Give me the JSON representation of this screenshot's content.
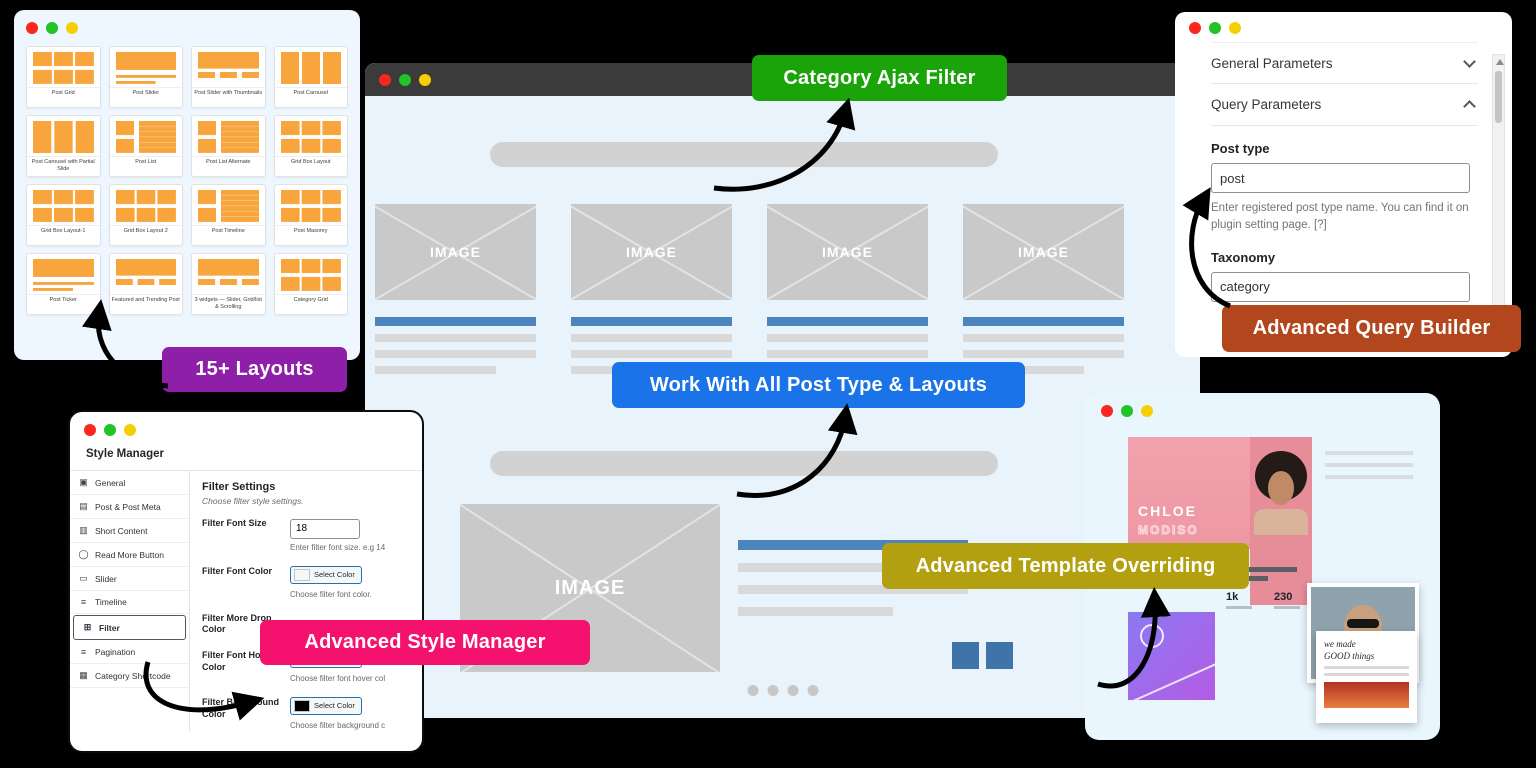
{
  "layouts_window": {
    "items": [
      {
        "label": "Post Grid",
        "thumb": "grid"
      },
      {
        "label": "Post Slider",
        "thumb": "wide"
      },
      {
        "label": "Post Slider with Thumbnails",
        "thumb": "thumbs"
      },
      {
        "label": "Post Carousel",
        "thumb": "cols"
      },
      {
        "label": "Post Carousel with Partial Slide",
        "thumb": "cols"
      },
      {
        "label": "Post List",
        "thumb": "list"
      },
      {
        "label": "Post List Alternate",
        "thumb": "list"
      },
      {
        "label": "Grid Box Layout",
        "thumb": "grid"
      },
      {
        "label": "Grid Box Layout-1",
        "thumb": "grid"
      },
      {
        "label": "Grid Box Layout 2",
        "thumb": "grid"
      },
      {
        "label": "Post Timeline",
        "thumb": "list"
      },
      {
        "label": "Post Masonry",
        "thumb": "grid"
      },
      {
        "label": "Post Ticker",
        "thumb": "wide"
      },
      {
        "label": "Featured and Trending Post",
        "thumb": "thumbs"
      },
      {
        "label": "3 widgets — Slider, Grid/list & Scrolling",
        "thumb": "thumbs"
      },
      {
        "label": "Category Grid",
        "thumb": "grid"
      }
    ]
  },
  "preview_window": {
    "image_label": "IMAGE"
  },
  "query_window": {
    "sections": [
      {
        "label": "General Parameters",
        "state": "collapsed"
      },
      {
        "label": "Query Parameters",
        "state": "expanded"
      }
    ],
    "post_type": {
      "label": "Post type",
      "value": "post",
      "help": "Enter registered post type name. You can find it on plugin setting page. [?]"
    },
    "taxonomy": {
      "label": "Taxonomy",
      "value": "category"
    }
  },
  "style_window": {
    "title": "Style Manager",
    "sidebar": [
      {
        "label": "General",
        "icon": "▣"
      },
      {
        "label": "Post & Post Meta",
        "icon": "▤"
      },
      {
        "label": "Short Content",
        "icon": "▥"
      },
      {
        "label": "Read More Button",
        "icon": "◯"
      },
      {
        "label": "Slider",
        "icon": "▭"
      },
      {
        "label": "Timeline",
        "icon": "≡"
      },
      {
        "label": "Filter",
        "icon": "⊞",
        "active": true
      },
      {
        "label": "Pagination",
        "icon": "≡"
      },
      {
        "label": "Category Shortcode",
        "icon": "▦"
      }
    ],
    "content": {
      "heading": "Filter Settings",
      "subheading": "Choose filter style settings.",
      "fields": [
        {
          "label": "Filter Font Size",
          "value": "18",
          "help": "Enter filter font size. e.g 14"
        },
        {
          "label": "Filter Font Color",
          "button": "Select Color",
          "help": "Choose filter font color.",
          "swatch": "#f6f7f7"
        },
        {
          "label": "Filter More Drop Color"
        },
        {
          "label": "Filter Font Hover Color",
          "button": "Select Color",
          "help": "Choose filter font hover col",
          "swatch": "#ede839"
        },
        {
          "label": "Filter Background Color",
          "button": "Select Color",
          "help": "Choose filter background c",
          "swatch": "#000000"
        }
      ]
    }
  },
  "template_window": {
    "hero_title": "CHLOE",
    "hero_subtitle": "MODISO",
    "stats": [
      {
        "value": "1k"
      },
      {
        "value": "230"
      }
    ],
    "card_text": "we made\nGOOD things"
  },
  "badges": {
    "ajax": {
      "label": "Category Ajax Filter",
      "color": "#1ba30a"
    },
    "layouts": {
      "label": "15+ Layouts",
      "color": "#8e1fa8"
    },
    "posttypes": {
      "label": "Work With All Post Type & Layouts",
      "color": "#1a73e8"
    },
    "query": {
      "label": "Advanced Query Builder",
      "color": "#b2461c"
    },
    "style": {
      "label": "Advanced Style Manager",
      "color": "#f5116e"
    },
    "template": {
      "label": "Advanced Template Overriding",
      "color": "#b3a011"
    }
  },
  "colors": {
    "accent_blue": "#4c84bd",
    "wireframe_orange": "#f7a53c"
  }
}
